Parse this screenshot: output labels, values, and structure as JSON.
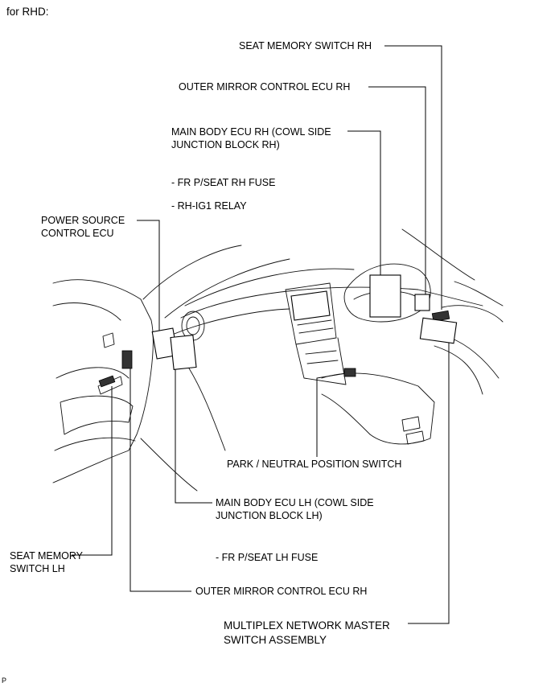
{
  "header": {
    "title": "for RHD:"
  },
  "labels": {
    "seat_memory_switch_rh": "SEAT MEMORY SWITCH RH",
    "outer_mirror_ecu_rh_top": "OUTER MIRROR CONTROL ECU RH",
    "main_body_ecu_rh": "MAIN BODY ECU RH (COWL SIDE\nJUNCTION BLOCK RH)",
    "fr_pseat_rh_fuse": "- FR P/SEAT RH FUSE",
    "rh_ig1_relay": "- RH-IG1 RELAY",
    "power_source_ecu": "POWER SOURCE\nCONTROL ECU",
    "park_neutral_switch": "PARK / NEUTRAL POSITION SWITCH",
    "main_body_ecu_lh": "MAIN BODY ECU LH (COWL SIDE\nJUNCTION BLOCK LH)",
    "fr_pseat_lh_fuse": "- FR P/SEAT LH FUSE",
    "seat_memory_switch_lh": "SEAT MEMORY\nSWITCH LH",
    "outer_mirror_ecu_rh_bottom": "OUTER MIRROR CONTROL ECU RH",
    "multiplex_master_switch": "MULTIPLEX NETWORK MASTER\nSWITCH ASSEMBLY"
  },
  "footer": {
    "code": "P"
  }
}
